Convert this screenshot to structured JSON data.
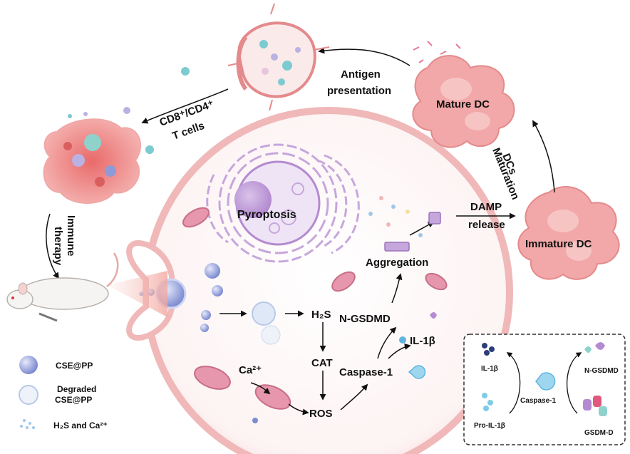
{
  "labels": {
    "cd8_cd4_line1": "CD8⁺/CD4⁺",
    "cd8_cd4_line2": "T cells",
    "antigen_line1": "Antigen",
    "antigen_line2": "presentation",
    "mature_dc": "Mature DC",
    "dcs_line1": "DCs",
    "dcs_line2": "Maturation",
    "immature_dc": "Immature DC",
    "damp_line1": "DAMP",
    "damp_line2": "release",
    "immune_line1": "Immune",
    "immune_line2": "therapy",
    "pyroptosis": "Pyroptosis",
    "aggregation": "Aggregation",
    "n_gsdmd": "N-GSDMD",
    "il1b": "IL-1β",
    "h2s": "H₂S",
    "cat": "CAT",
    "caspase1": "Caspase-1",
    "ros": "ROS",
    "ca2": "Ca²⁺"
  },
  "legend": {
    "items": [
      {
        "label": "CSE@PP"
      },
      {
        "label_line1": "Degraded",
        "label_line2": "CSE@PP"
      },
      {
        "label": "H₂S and Ca²⁺"
      }
    ]
  },
  "inset": {
    "il1b": "IL-1β",
    "pro_il1b": "Pro-IL-1β",
    "caspase1": "Caspase-1",
    "n_gsdmd": "N-GSDMD",
    "gsdm_d": "GSDM-D"
  },
  "colors": {
    "dc_pink": "#f2a7a8",
    "dc_outline": "#e48a8c",
    "nucleus_purple": "#b48bd0",
    "particle_blue": "#8e9bd8",
    "mito_pink": "#d77b94",
    "cell_outline": "#f0b8b8",
    "cyan_caspase": "#7cc8e8"
  }
}
